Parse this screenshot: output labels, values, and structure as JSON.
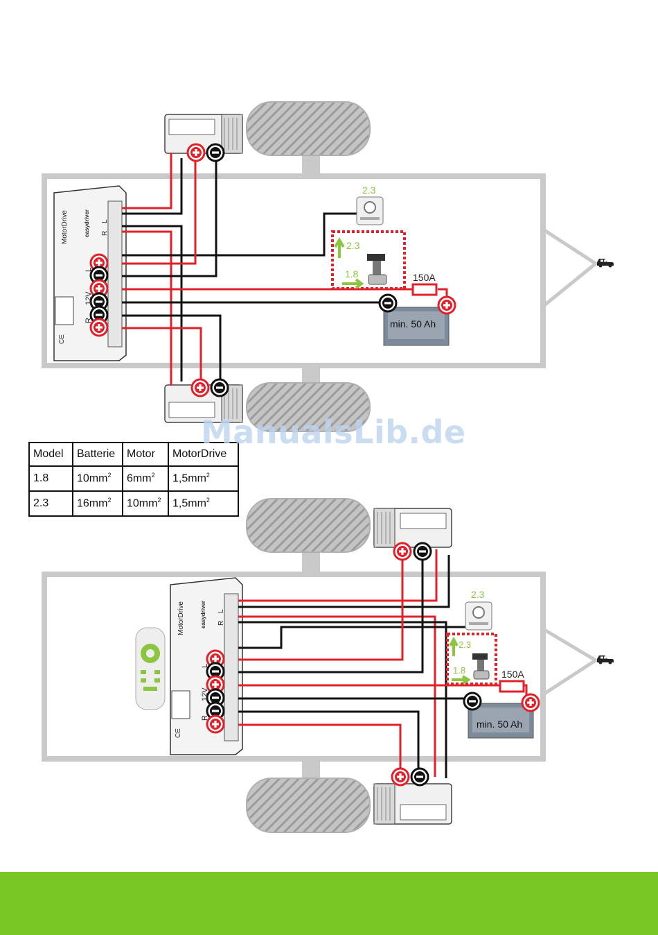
{
  "colors": {
    "positive_wire": "#e0212a",
    "negative_wire": "#111111",
    "trailer_frame": "#c9c9c9",
    "accent_green": "#8cc63f",
    "footer": "#78c725"
  },
  "diagram_top": {
    "motordrive_label": "MotorDrive",
    "brand_label": "easydriver",
    "terminal_L": "L",
    "terminal_R": "R",
    "terminal_12V": "12V",
    "ce_mark": "CE",
    "remote_tag": "2.3",
    "switch_tag_23": "2.3",
    "switch_tag_18": "1.8",
    "fuse_label": "150A",
    "battery_label": "min. 50 Ah"
  },
  "table": {
    "headers": [
      "Model",
      "Batterie",
      "Motor",
      "MotorDrive"
    ],
    "rows": [
      {
        "model": "1.8",
        "battery_mm": "10mm",
        "motor_mm": "6mm",
        "drive_mm": "1,5mm",
        "sup": "2"
      },
      {
        "model": "2.3",
        "battery_mm": "16mm",
        "motor_mm": "10mm",
        "drive_mm": "1,5mm",
        "sup": "2"
      }
    ]
  },
  "diagram_bottom": {
    "motordrive_label": "MotorDrive",
    "brand_label": "easydriver",
    "terminal_L": "L",
    "terminal_R": "R",
    "terminal_12V": "12V",
    "ce_mark": "CE",
    "remote_tag": "2.3",
    "switch_tag_23": "2.3",
    "switch_tag_18": "1.8",
    "fuse_label": "150A",
    "battery_label": "min. 50 Ah"
  },
  "watermark": "ManualsLib.de"
}
